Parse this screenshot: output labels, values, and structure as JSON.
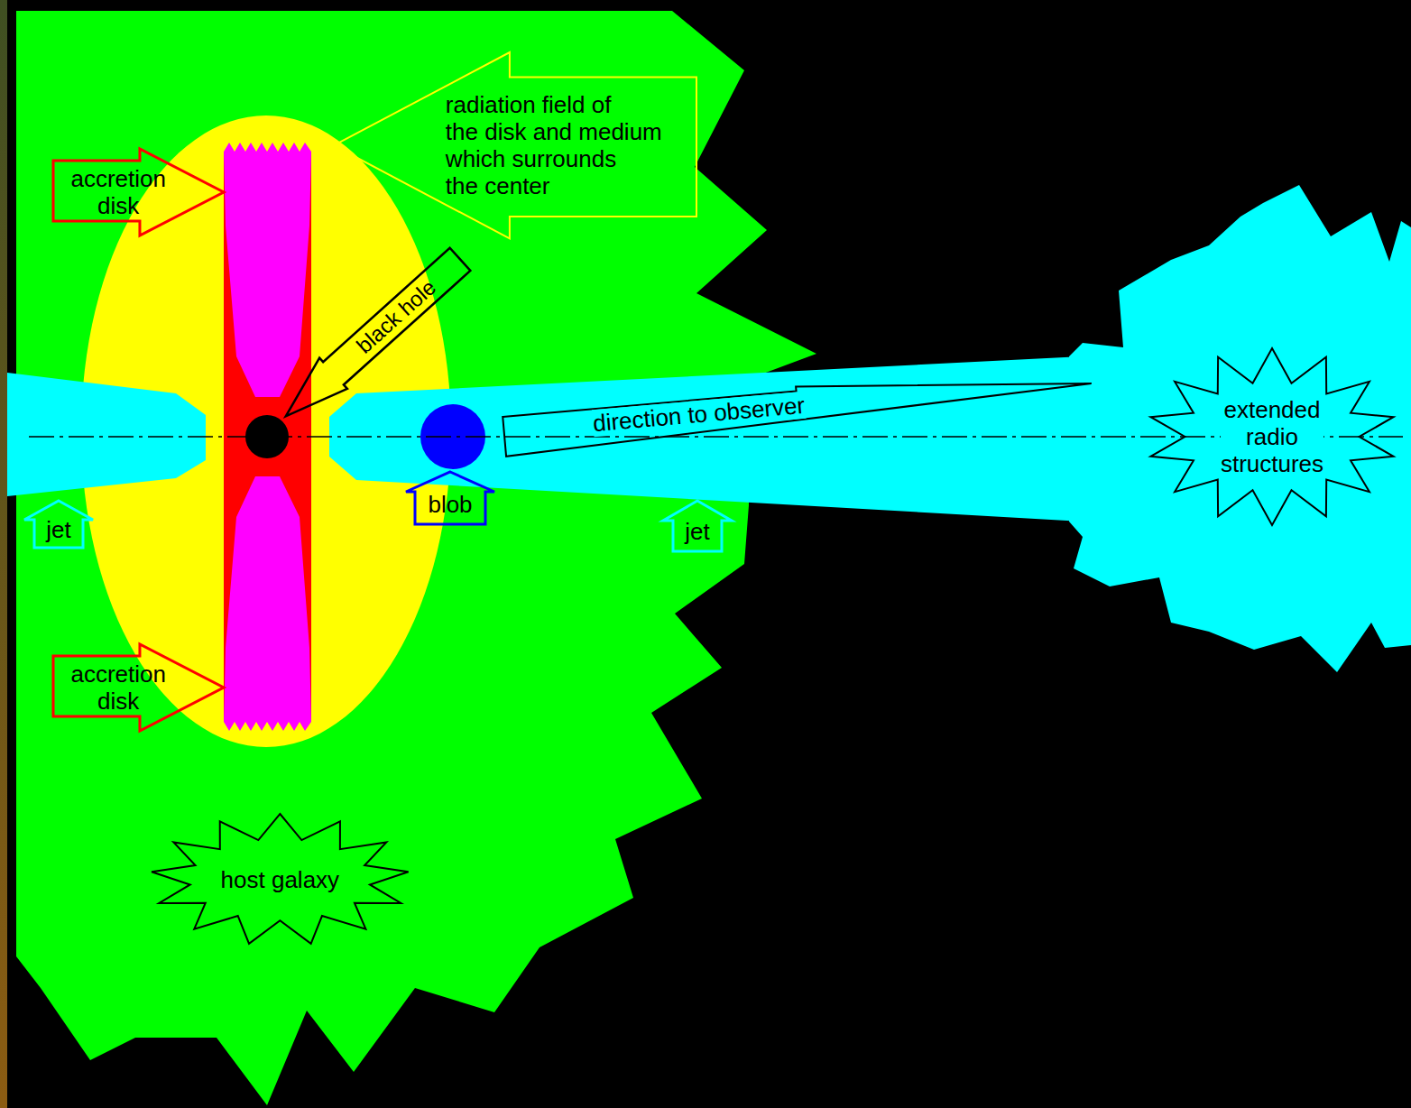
{
  "diagram": {
    "nodes": [
      {
        "text": [
          "accretion disk"
        ]
      },
      {
        "text": [
          "radiation field of the disk and medium which surrounds the center"
        ]
      },
      {
        "text": [
          "black hole"
        ]
      },
      {
        "text": [
          "direction to observer"
        ]
      },
      {
        "text": [
          "extended radio structures"
        ]
      },
      {
        "text": [
          "jet"
        ]
      },
      {
        "text": [
          "blob"
        ]
      },
      {
        "text": [
          "jet"
        ]
      },
      {
        "text": [
          "accretion disk"
        ]
      },
      {
        "text": [
          "host galaxy"
        ]
      }
    ]
  }
}
